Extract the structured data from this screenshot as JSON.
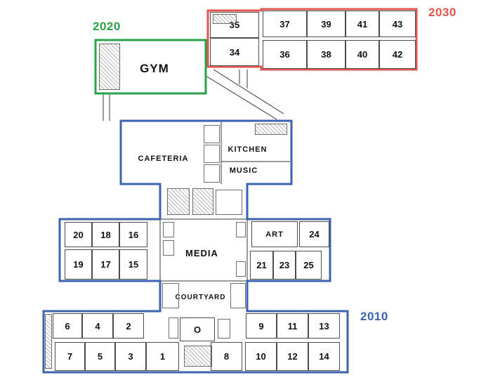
{
  "zones": {
    "g2020": {
      "label": "2020",
      "color": "#2aa14b"
    },
    "r2030": {
      "label": "2030",
      "color": "#e0554e"
    },
    "b2010": {
      "label": "2010",
      "color": "#3b63ae"
    }
  },
  "named_rooms": {
    "gym": "GYM",
    "cafeteria": "CAFETERIA",
    "kitchen": "KITCHEN",
    "music": "MUSIC",
    "media": "MEDIA",
    "courtyard": "COURTYARD",
    "art": "ART",
    "office": "O"
  },
  "wing2030": {
    "left_top": "35",
    "left_bottom": "34",
    "top_row": [
      "37",
      "39",
      "41",
      "43"
    ],
    "bottom_row": [
      "36",
      "38",
      "40",
      "42"
    ]
  },
  "middle": {
    "left_top": [
      "20",
      "18",
      "16"
    ],
    "left_bottom": [
      "19",
      "17",
      "15"
    ],
    "room24": "24",
    "right_bottom": [
      "21",
      "23",
      "25"
    ]
  },
  "lower": {
    "left_top": [
      "6",
      "4",
      "2"
    ],
    "right_top": [
      "9",
      "11",
      "13"
    ],
    "left_bottom": [
      "7",
      "5",
      "3",
      "1"
    ],
    "right_bottom": [
      "8",
      "10",
      "12",
      "14"
    ]
  }
}
